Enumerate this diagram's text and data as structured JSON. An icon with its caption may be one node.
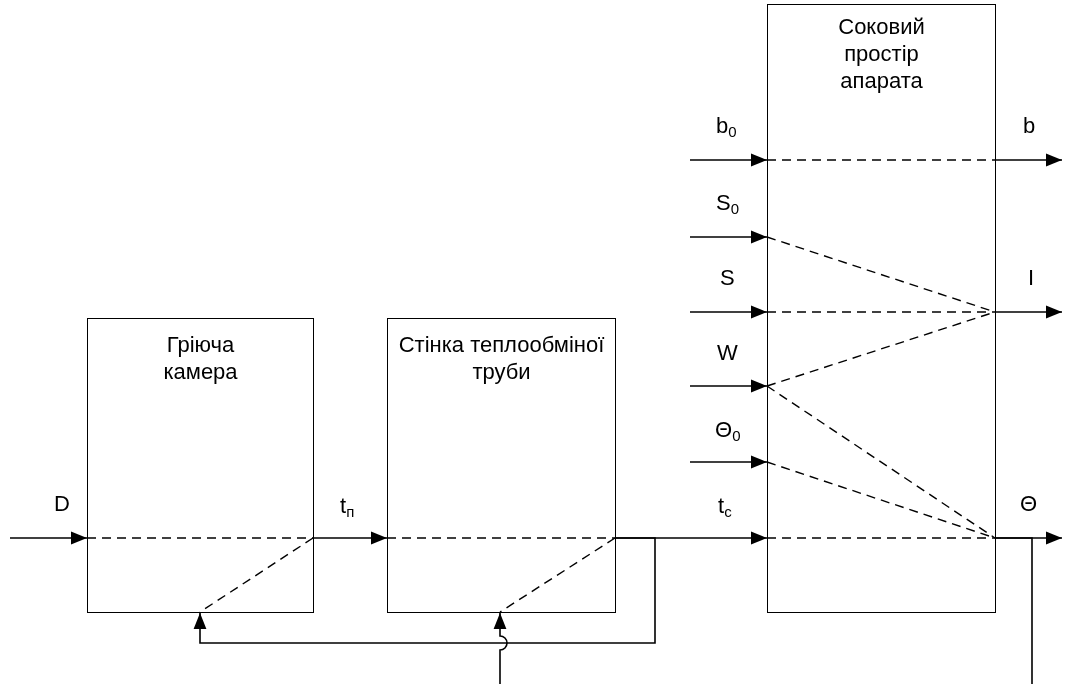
{
  "diagram": {
    "nodes": [
      {
        "text": [
          "Гріюча камера"
        ]
      },
      {
        "text": [
          "Стінка теплообміної труби"
        ]
      },
      {
        "text": [
          "Соковий простір апарата"
        ]
      }
    ],
    "edges": [
      {
        "from": null,
        "to": 0,
        "arrow": "to",
        "label": "D"
      },
      {
        "from": 0,
        "to": 1,
        "arrow": "to",
        "label": "t$_{п}$"
      },
      {
        "from": 1,
        "to": 2,
        "arrow": "to",
        "label": "t$_{с}$"
      },
      {
        "from": null,
        "to": 2,
        "arrow": "to",
        "label": "b$_{0}$"
      },
      {
        "from": null,
        "to": 2,
        "arrow": "to",
        "label": "S$_{0}$"
      },
      {
        "from": null,
        "to": 2,
        "arrow": "to",
        "label": "S"
      },
      {
        "from": null,
        "to": 2,
        "arrow": "to",
        "label": "W"
      },
      {
        "from": null,
        "to": 2,
        "arrow": "to",
        "label": "Θ$_{0}$"
      },
      {
        "from": 2,
        "to": null,
        "arrow": "to",
        "label": "b"
      },
      {
        "from": 2,
        "to": null,
        "arrow": "to",
        "label": "I"
      },
      {
        "from": 2,
        "to": null,
        "arrow": "to",
        "label": "Θ"
      },
      {
        "from": 1,
        "to": 0,
        "arrow": "to"
      },
      {
        "from": 2,
        "to": null,
        "arrow": "none"
      },
      {
        "from": null,
        "to": 1,
        "arrow": "to"
      }
    ]
  }
}
